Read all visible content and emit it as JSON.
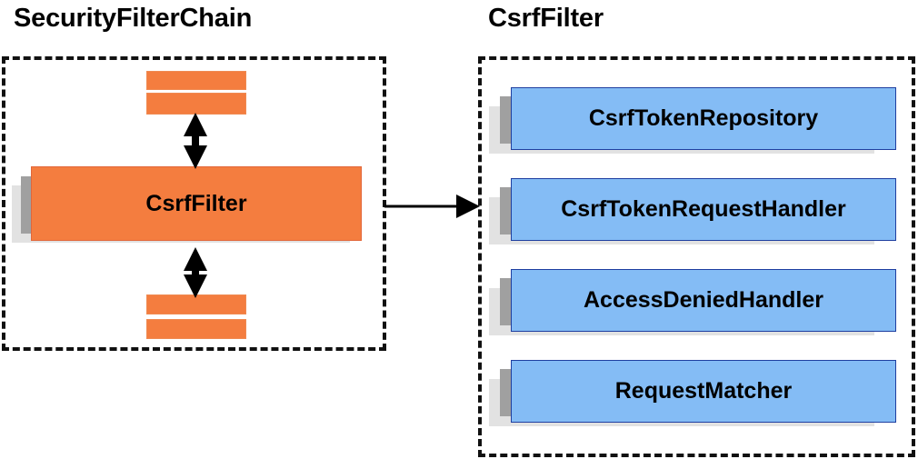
{
  "diagram": {
    "type": "component-relationship-diagram",
    "background_color": "#ffffff",
    "palette": {
      "orange_fill": "#f47d3f",
      "orange_border": "#e2673a",
      "blue_fill": "#84bcf5",
      "blue_border": "#1f3fa0",
      "shadow_near": "#a0a0a0",
      "shadow_far": "#e2e2e2",
      "dashed_border": "#111111",
      "text": "#000000",
      "arrow": "#000000"
    }
  },
  "left_panel": {
    "title": "SecurityFilterChain",
    "main_card": {
      "label": "CsrfFilter"
    },
    "mini_bars": [
      {
        "name": "filter-bar-above-1"
      },
      {
        "name": "filter-bar-above-2"
      },
      {
        "name": "filter-bar-below-1"
      },
      {
        "name": "filter-bar-below-2"
      }
    ],
    "arrows": [
      {
        "name": "arrow-above-csrffilter",
        "direction": "bidirectional",
        "orientation": "vertical"
      },
      {
        "name": "arrow-below-csrffilter",
        "direction": "bidirectional",
        "orientation": "vertical"
      }
    ]
  },
  "right_panel": {
    "title": "CsrfFilter",
    "components": [
      {
        "label": "CsrfTokenRepository"
      },
      {
        "label": "CsrfTokenRequestHandler"
      },
      {
        "label": "AccessDeniedHandler"
      },
      {
        "label": "RequestMatcher"
      }
    ]
  },
  "connector": {
    "name": "arrow-left-panel-to-right-panel",
    "direction": "right",
    "from": "SecurityFilterChain",
    "to": "CsrfFilter"
  }
}
